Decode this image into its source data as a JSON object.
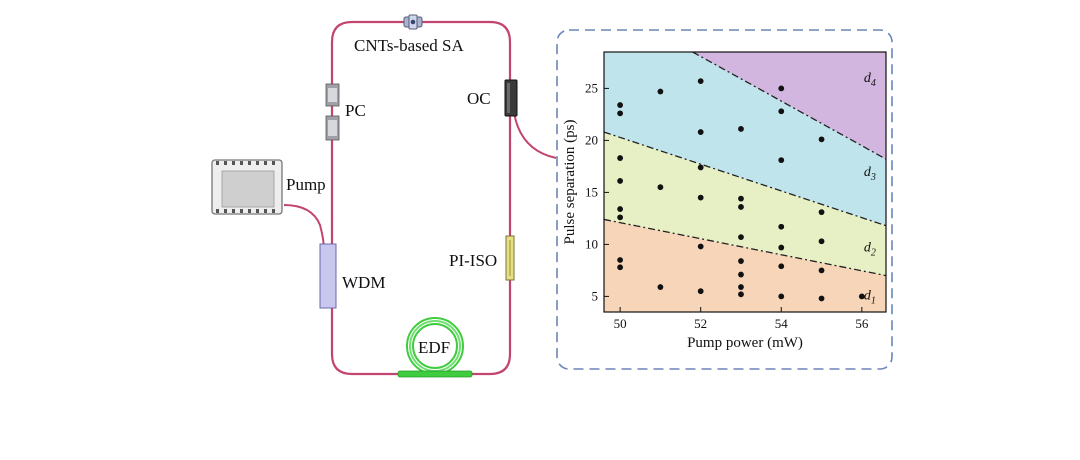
{
  "setup": {
    "labels": {
      "sa": "CNTs-based SA",
      "pc": "PC",
      "oc": "OC",
      "pump": "Pump",
      "wdm": "WDM",
      "iso": "PI-ISO",
      "edf": "EDF"
    },
    "colors": {
      "fiber": "#c2456f",
      "edf": "#3fcc3f",
      "wdm": "#c8c8ee",
      "panel_border": "#6b86b8"
    }
  },
  "chart_data": {
    "type": "scatter",
    "xlabel": "Pump power (mW)",
    "ylabel": "Pulse separation (ps)",
    "xlim": [
      49.6,
      56.6
    ],
    "ylim": [
      3.5,
      28.5
    ],
    "xticks": [
      50,
      52,
      54,
      56
    ],
    "yticks": [
      5,
      10,
      15,
      20,
      25
    ],
    "grid": false,
    "regions": [
      {
        "name": "d",
        "sub": "1",
        "color": "#f7d5b8"
      },
      {
        "name": "d",
        "sub": "2",
        "color": "#e7efc4"
      },
      {
        "name": "d",
        "sub": "3",
        "color": "#bfe4ec"
      },
      {
        "name": "d",
        "sub": "4",
        "color": "#d2b6df"
      }
    ],
    "boundaries": [
      {
        "x": [
          49.6,
          56.6
        ],
        "y": [
          12.4,
          7.0
        ]
      },
      {
        "x": [
          49.6,
          56.6
        ],
        "y": [
          20.8,
          11.8
        ]
      },
      {
        "x": [
          51.8,
          56.6
        ],
        "y": [
          28.5,
          18.2
        ]
      }
    ],
    "points": [
      [
        50,
        23.4
      ],
      [
        50,
        22.6
      ],
      [
        50,
        18.3
      ],
      [
        50,
        16.1
      ],
      [
        50,
        13.4
      ],
      [
        50,
        12.6
      ],
      [
        50,
        8.5
      ],
      [
        50,
        7.8
      ],
      [
        51,
        24.7
      ],
      [
        51,
        15.5
      ],
      [
        51,
        5.9
      ],
      [
        52,
        25.7
      ],
      [
        52,
        20.8
      ],
      [
        52,
        17.4
      ],
      [
        52,
        14.5
      ],
      [
        52,
        9.8
      ],
      [
        52,
        5.5
      ],
      [
        53,
        21.1
      ],
      [
        53,
        14.4
      ],
      [
        53,
        13.6
      ],
      [
        53,
        10.7
      ],
      [
        53,
        8.4
      ],
      [
        53,
        7.1
      ],
      [
        53,
        5.9
      ],
      [
        53,
        5.2
      ],
      [
        54,
        25.0
      ],
      [
        54,
        22.8
      ],
      [
        54,
        18.1
      ],
      [
        54,
        11.7
      ],
      [
        54,
        9.7
      ],
      [
        54,
        7.9
      ],
      [
        54,
        5.0
      ],
      [
        55,
        20.1
      ],
      [
        55,
        13.1
      ],
      [
        55,
        10.3
      ],
      [
        55,
        7.5
      ],
      [
        55,
        4.8
      ],
      [
        56,
        5.0
      ]
    ]
  }
}
